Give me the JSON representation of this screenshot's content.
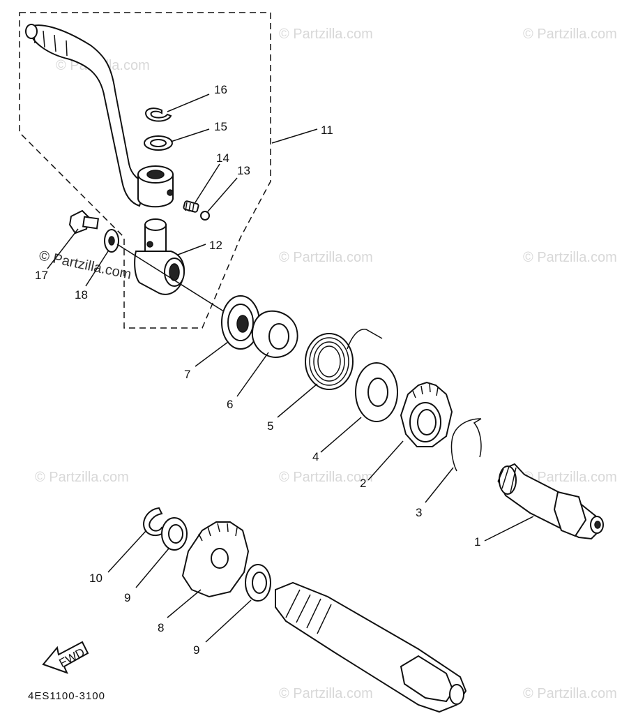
{
  "watermark": "© Partzilla.com",
  "drawing_code": "4ES1100-3100",
  "fwd_label": "FWD",
  "callouts": {
    "c1": "1",
    "c2": "2",
    "c3": "3",
    "c4": "4",
    "c5": "5",
    "c6": "6",
    "c7": "7",
    "c8": "8",
    "c9a": "9",
    "c9b": "9",
    "c10": "10",
    "c11": "11",
    "c12": "12",
    "c13": "13",
    "c14": "14",
    "c15": "15",
    "c16": "16",
    "c17": "17",
    "c18": "18"
  }
}
